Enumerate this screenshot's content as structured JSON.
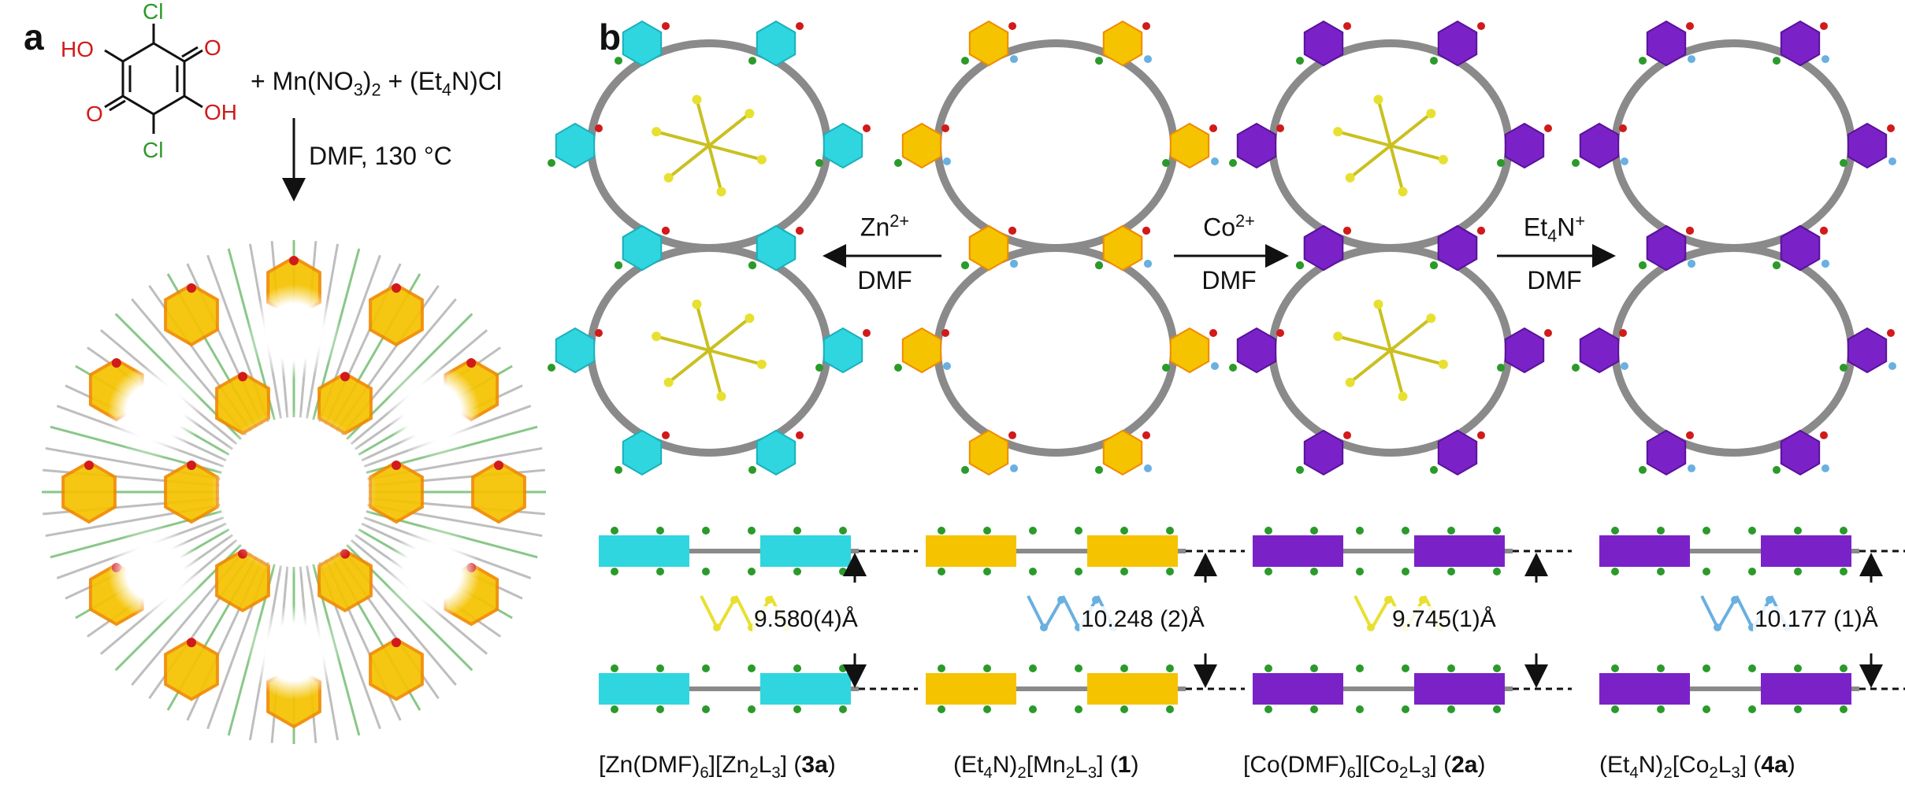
{
  "panel_a": {
    "letter": "a",
    "reactants": "+ Mn(NO3)2 + (Et4N)Cl",
    "reactants_parts": {
      "mn": "+ Mn(NO",
      "mn_sub": "3",
      "mn_close": ")",
      "mn_sub2": "2",
      "et": " + (Et",
      "et_sub": "4",
      "et_close": "N)Cl"
    },
    "ligand_labels": {
      "cl_top": "Cl",
      "cl_bottom": "Cl",
      "ho": "HO",
      "oh": "OH",
      "o_top": "O",
      "o_bottom": "O"
    },
    "conditions": "DMF, 130 °C"
  },
  "panel_b": {
    "letter": "b",
    "arrows": [
      {
        "ion": "Zn",
        "ion_sup": "2+",
        "solvent": "DMF"
      },
      {
        "ion": "Co",
        "ion_sup": "2+",
        "solvent": "DMF"
      },
      {
        "ion": "Et",
        "ion_sub": "4",
        "ion_after": "N",
        "ion_sup": "+",
        "solvent": "DMF"
      }
    ],
    "distances": [
      "9.580(4)Å",
      "10.248 (2)Å",
      "9.745(1)Å",
      "10.177 (1)Å"
    ],
    "captions": [
      {
        "p1": "[Zn(DMF)",
        "s1": "6",
        "p2": "][Zn",
        "s2": "2",
        "p3": "L",
        "s3": "3",
        "p4": "] (",
        "bold": "3a",
        "p5": ")"
      },
      {
        "p1": "(Et",
        "s1": "4",
        "p2": "N)",
        "s2": "2",
        "p3": "[Mn",
        "s3": "2",
        "p4": "L",
        "s4": "3",
        "p5": "] (",
        "bold": "1",
        "p6": ")"
      },
      {
        "p1": "[Co(DMF)",
        "s1": "6",
        "p2": "][Co",
        "s2": "2",
        "p3": "L",
        "s3": "3",
        "p4": "] (",
        "bold": "2a",
        "p5": ")"
      },
      {
        "p1": "(Et",
        "s1": "4",
        "p2": "N)",
        "s2": "2",
        "p3": "[Co",
        "s3": "2",
        "p4": "L",
        "s4": "3",
        "p5": "] (",
        "bold": "4a",
        "p6": ")"
      }
    ]
  },
  "colors": {
    "zn": "#2fd6e0",
    "mn": "#f5c300",
    "mn_edge": "#f08a00",
    "co": "#7a22c7",
    "bond": "#8a8a8a",
    "oxygen": "#d11a1a",
    "chlorine": "#2a9a2a",
    "guest": "#e8e030",
    "cation": "#6ab0e0"
  }
}
